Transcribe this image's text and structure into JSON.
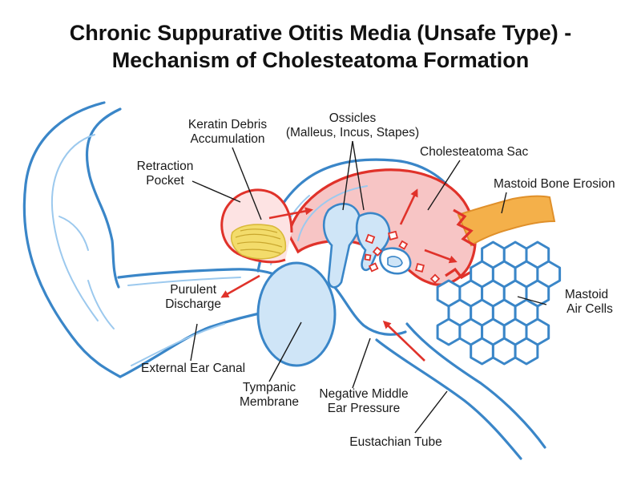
{
  "title": {
    "line1": "Chronic Suppurative Otitis Media (Unsafe Type) -",
    "line2": "Mechanism of Cholesteatoma Formation"
  },
  "labels": {
    "ossicles_line1": "Ossicles",
    "ossicles_line2": "(Malleus, Incus, Stapes)",
    "keratin_line1": "Keratin Debris",
    "keratin_line2": "Accumulation",
    "retraction_line1": "Retraction",
    "retraction_line2": "Pocket",
    "cholesteatoma_sac": "Cholesteatoma Sac",
    "mastoid_erosion": "Mastoid Bone Erosion",
    "purulent_line1": "Purulent",
    "purulent_line2": "Discharge",
    "mastoid_cells_line1": "Mastoid",
    "mastoid_cells_line2": "Air Cells",
    "external_canal": "External Ear Canal",
    "tympanic_line1": "Tympanic",
    "tympanic_line2": "Membrane",
    "pressure_line1": "Negative Middle",
    "pressure_line2": "Ear Pressure",
    "eustachian": "Eustachian Tube"
  },
  "colors": {
    "ear_outline": "#3a86c8",
    "membrane_fill": "#cfe5f7",
    "sac_fill": "#f7c5c5",
    "sac_outline": "#e0322a",
    "keratin": "#f3dc6b",
    "erosion": "#f4b04a",
    "arrow": "#e0322a"
  }
}
